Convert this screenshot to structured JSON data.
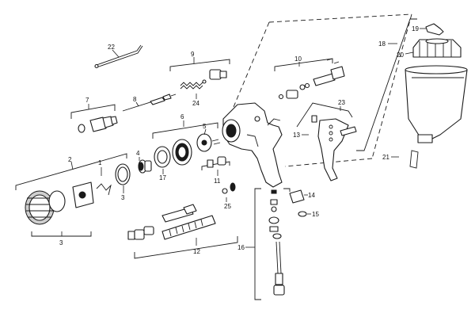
{
  "callouts": {
    "p1": "1",
    "p2": "2",
    "p3a": "3",
    "p3b": "3",
    "p4": "4",
    "p5": "5",
    "p6": "6",
    "p7": "7",
    "p8": "8",
    "p9": "9",
    "p10": "10",
    "p11": "11",
    "p12": "12",
    "p13": "13",
    "p14": "14",
    "p15": "15",
    "p16": "16",
    "p17": "17",
    "p18": "18",
    "p19": "19",
    "p20": "20",
    "p21": "21",
    "p22": "22",
    "p23": "23",
    "p24": "24",
    "p25": "25"
  }
}
